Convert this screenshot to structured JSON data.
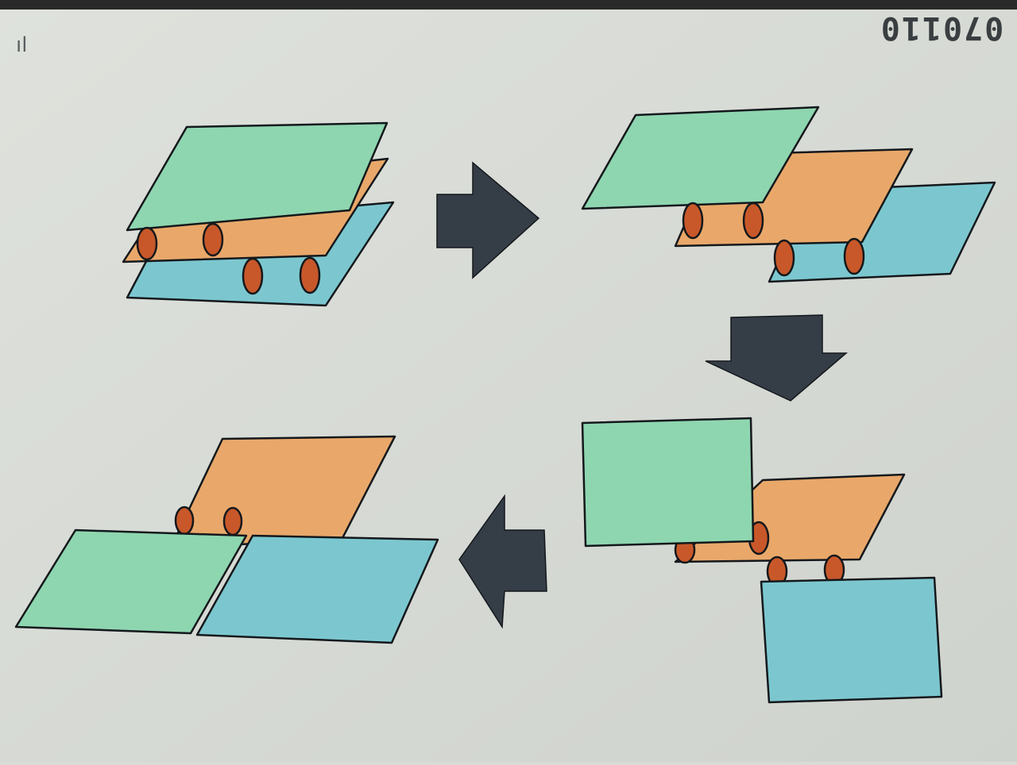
{
  "annotations": {
    "corner_note": "070110",
    "tick_mark": "ıl"
  },
  "colors": {
    "paper": "#d9dcd6",
    "green_plate": "#8ed6b0",
    "orange_plate": "#e9a86a",
    "blue_plate": "#7cc7cf",
    "roller": "#c8582a",
    "arrow": "#353d47",
    "ink": "#14181c"
  },
  "steps": [
    {
      "id": "step-1",
      "description_visible": false
    },
    {
      "id": "step-2",
      "description_visible": false
    },
    {
      "id": "step-3",
      "description_visible": false
    },
    {
      "id": "step-4",
      "description_visible": false
    }
  ],
  "arrows": [
    {
      "direction": "right"
    },
    {
      "direction": "down"
    },
    {
      "direction": "left"
    }
  ]
}
